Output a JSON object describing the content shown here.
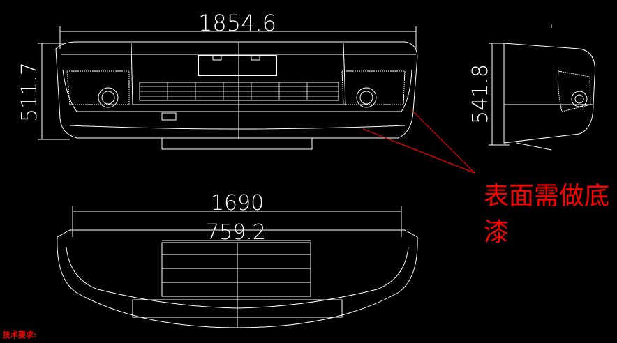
{
  "dimensions": {
    "front_width": "1854.6",
    "front_height": "511.7",
    "side_height": "541.8",
    "bottom_width": "1690",
    "bottom_inner_width": "759.2"
  },
  "annotation": {
    "text": "表面需做底漆",
    "color": "#ff0000"
  },
  "tech_requirements": {
    "label": "技术要求:"
  },
  "colors": {
    "background": "#000000",
    "lines": "#ffffff",
    "notes": "#ff0000"
  }
}
